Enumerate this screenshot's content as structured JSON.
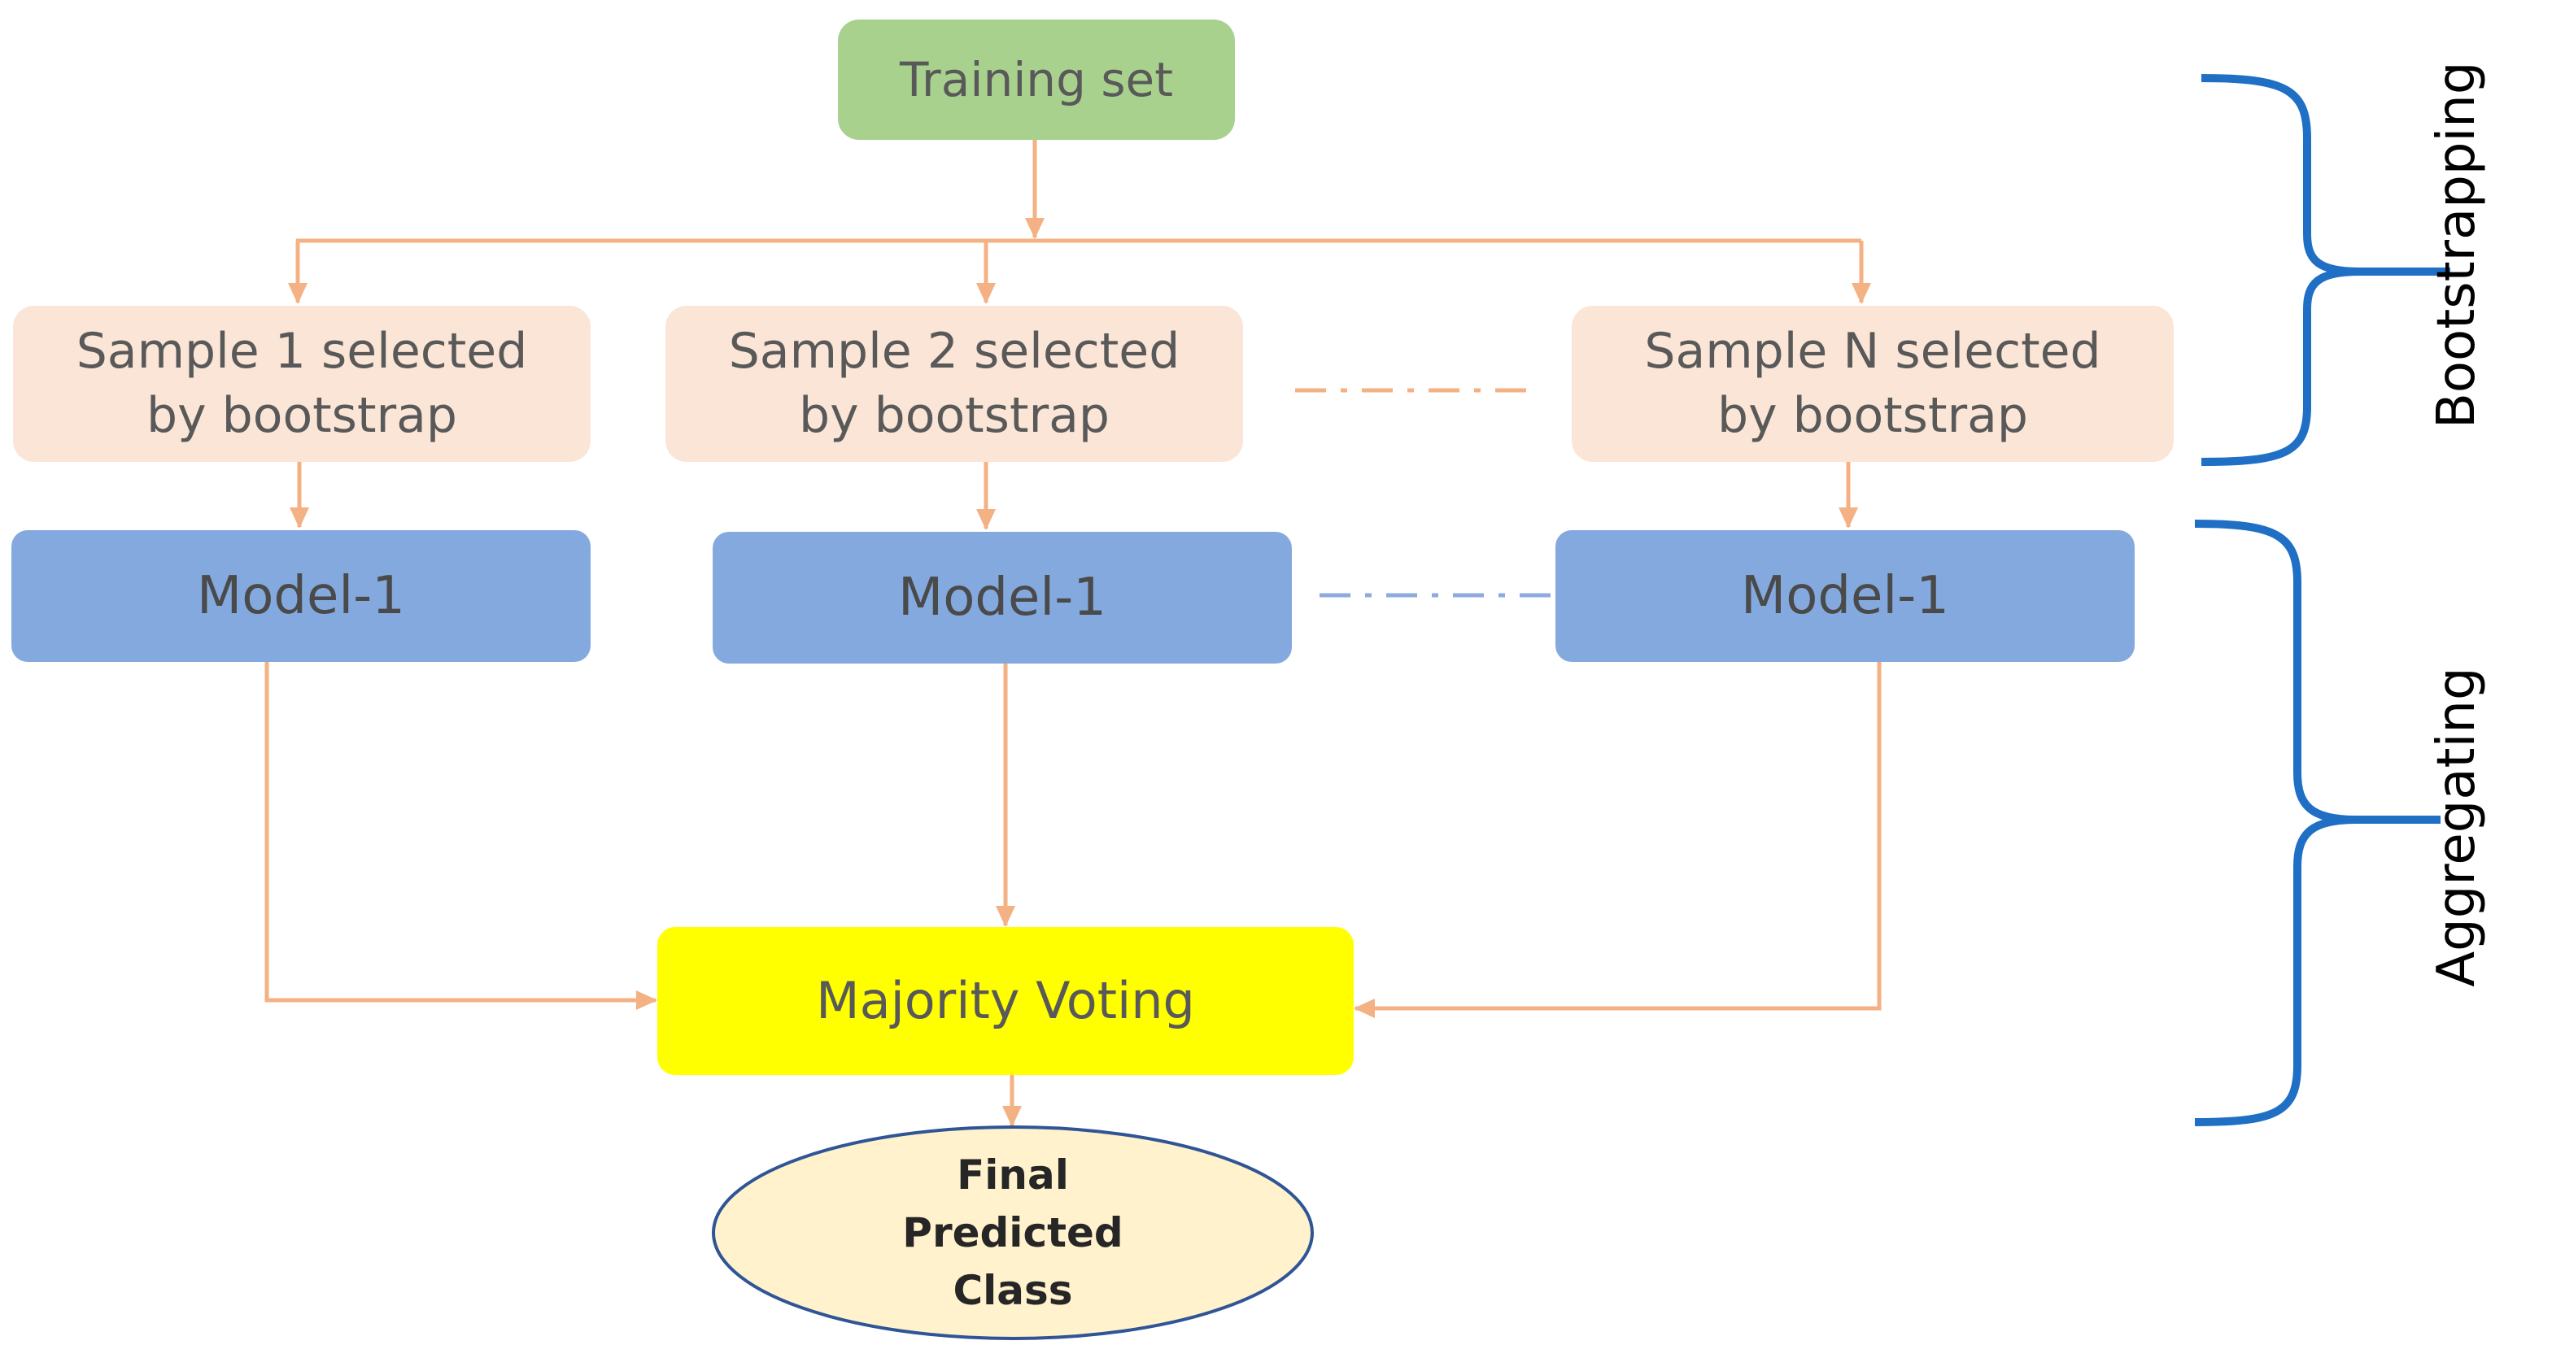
{
  "nodes": {
    "training": "Training set",
    "sample1": [
      "Sample 1 selected",
      "by bootstrap"
    ],
    "sample2": [
      "Sample 2 selected",
      "by bootstrap"
    ],
    "sampleN": [
      "Sample N selected",
      "by bootstrap"
    ],
    "model1": "Model-1",
    "model2": "Model-1",
    "modelN": "Model-1",
    "voting": "Majority Voting",
    "final": [
      "Final",
      "Predicted",
      "Class"
    ]
  },
  "stages": {
    "bootstrapping": "Bootstrapping",
    "aggregating": "Aggregating"
  },
  "colors": {
    "arrow": "#f4b183",
    "brace": "#1f6fc5",
    "training_fill": "#a9d18e",
    "sample_fill": "#fbe5d6",
    "model_fill": "#84a9de",
    "voting_fill": "#ffff00",
    "final_fill": "#fff2cc",
    "final_stroke": "#2f5597",
    "dash_samples": "#f4b183",
    "dash_models": "#8faadc"
  }
}
